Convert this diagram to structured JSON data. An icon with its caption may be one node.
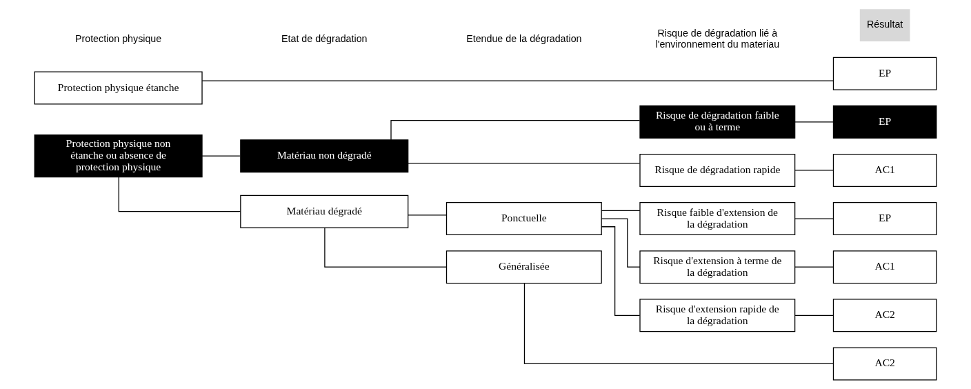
{
  "diagram": {
    "nodes": [
      {
        "text": [
          "Protection physique étanche"
        ]
      },
      {
        "text": [
          "EP"
        ]
      },
      {
        "text": [
          "Protection physique non étanche ou absence de protection physique"
        ]
      },
      {
        "text": [
          "Matériau non dégradé"
        ]
      },
      {
        "text": [
          "Matériau dégradé"
        ]
      },
      {
        "text": [
          "Risque de dégradation faible ou à terme"
        ]
      },
      {
        "text": [
          "EP"
        ]
      },
      {
        "text": [
          "Risque de dégradation rapide"
        ]
      },
      {
        "text": [
          "AC1"
        ]
      },
      {
        "text": [
          "Ponctuelle"
        ]
      },
      {
        "text": [
          "Risque faible d'extension de la dégradation"
        ]
      },
      {
        "text": [
          "EP"
        ]
      },
      {
        "text": [
          "Risque d'extension à terme de la dégradation"
        ]
      },
      {
        "text": [
          "AC1"
        ]
      },
      {
        "text": [
          "Risque d'extension rapide de la dégradation"
        ]
      },
      {
        "text": [
          "AC2"
        ]
      },
      {
        "text": [
          "Généralisée"
        ]
      },
      {
        "text": [
          "AC2"
        ]
      }
    ],
    "edges": [
      {
        "from": 0,
        "to": 1,
        "arrow": "none"
      },
      {
        "from": 2,
        "to": 3,
        "arrow": "none"
      },
      {
        "from": 2,
        "to": 4,
        "arrow": "none"
      },
      {
        "from": 3,
        "to": 5,
        "arrow": "none"
      },
      {
        "from": 3,
        "to": 7,
        "arrow": "none"
      },
      {
        "from": 5,
        "to": 6,
        "arrow": "none"
      },
      {
        "from": 7,
        "to": 8,
        "arrow": "none"
      },
      {
        "from": 4,
        "to": 9,
        "arrow": "none"
      },
      {
        "from": 4,
        "to": 16,
        "arrow": "none"
      },
      {
        "from": 9,
        "to": 10,
        "arrow": "none"
      },
      {
        "from": 9,
        "to": 12,
        "arrow": "none"
      },
      {
        "from": 9,
        "to": 14,
        "arrow": "none"
      },
      {
        "from": 10,
        "to": 11,
        "arrow": "none"
      },
      {
        "from": 12,
        "to": 13,
        "arrow": "none"
      },
      {
        "from": 14,
        "to": 15,
        "arrow": "none"
      },
      {
        "from": 16,
        "to": 17,
        "arrow": "none"
      }
    ],
    "labels": [
      "Protection physique",
      "Etat de dégradation",
      "Etendue de la dégradation",
      "Risque de dégradation lié à l'environnement du materiau",
      "Résultat"
    ]
  }
}
